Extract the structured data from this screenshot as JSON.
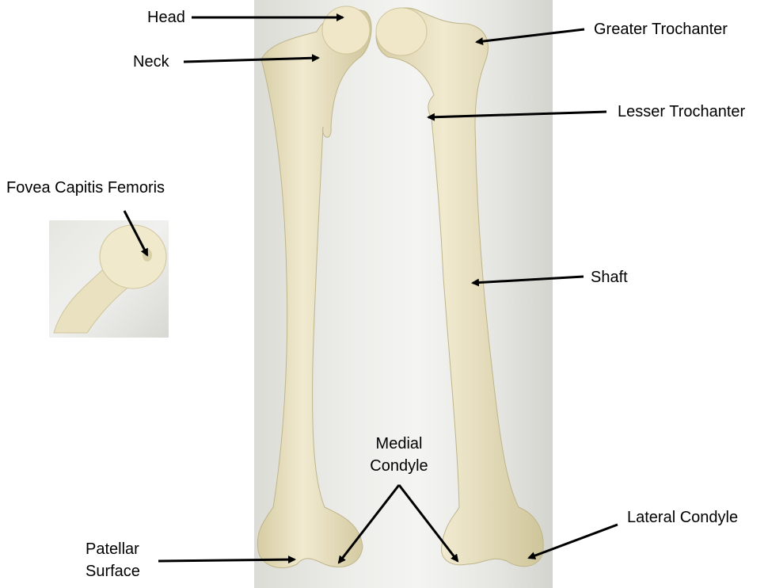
{
  "labels": {
    "head": "Head",
    "neck": "Neck",
    "greater_trochanter": "Greater Trochanter",
    "lesser_trochanter": "Lesser Trochanter",
    "fovea": "Fovea Capitis Femoris",
    "shaft": "Shaft",
    "medial_condyle_1": "Medial",
    "medial_condyle_2": "Condyle",
    "lateral_condyle": "Lateral Condyle",
    "patellar_1": "Patellar",
    "patellar_2": "Surface"
  },
  "colors": {
    "bone": "#ece4c2",
    "bone_shadow": "#c9bf95",
    "arrow": "#000000"
  }
}
